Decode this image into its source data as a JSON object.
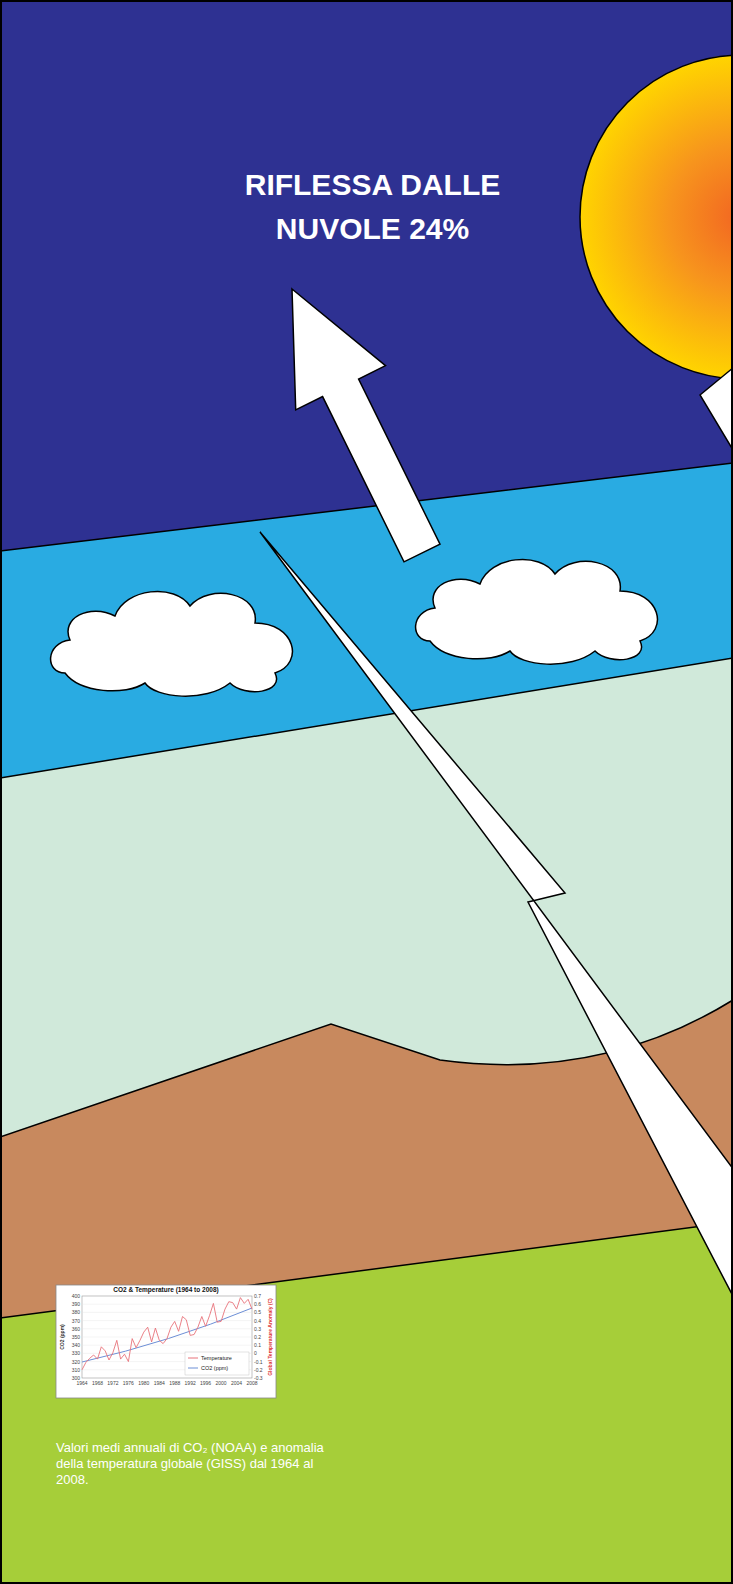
{
  "diagram": {
    "caption": "Valori medi annuali di CO₂ (NOAA) e anomalia della temperatura globale (GISS) dal 1964 al 2008.",
    "labels": [
      "RIFLESSA DALLE NUVOLE 24%",
      "CO2 & Temperature (1964 to 2008)",
      "400",
      "390",
      "380",
      "370",
      "360",
      "350",
      "340",
      "330",
      "320",
      "310",
      "300",
      "0.7",
      "0.6",
      "0.5",
      "0.4",
      "0.3",
      "0.2",
      "0.1",
      "0",
      "-0.1",
      "-0.2",
      "-0.3",
      "1964",
      "1968",
      "1972",
      "1976",
      "1980",
      "1984",
      "1988",
      "1992",
      "1996",
      "2000",
      "2004",
      "2008",
      "CO2 (ppm)",
      "Global Temperature Anomaly (C)"
    ],
    "legend": [
      {
        "text": "Temperature"
      },
      {
        "text": "CO2 (ppm)"
      }
    ]
  }
}
